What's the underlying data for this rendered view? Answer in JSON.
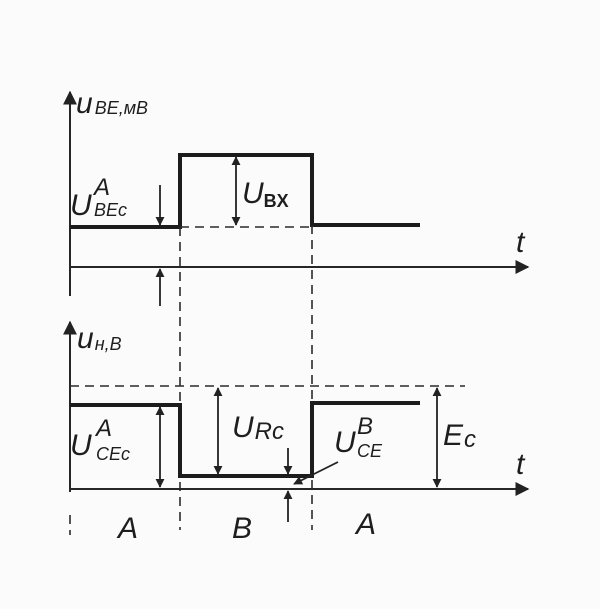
{
  "diagram": {
    "top_axis_label": {
      "main": "u",
      "sub": "BE,мВ"
    },
    "bottom_axis_label": {
      "main": "u",
      "sub": "н,В"
    },
    "time_label": "t",
    "u_bec_a": {
      "main": "U",
      "sup": "A",
      "sub": "BEc"
    },
    "u_bx": {
      "main": "U",
      "sub": "BX"
    },
    "u_cec_a": {
      "main": "U",
      "sup": "A",
      "sub": "CEc"
    },
    "u_rc": {
      "main": "U",
      "sub": "Rc"
    },
    "u_ce_b": {
      "main": "U",
      "sup": "B",
      "sub": "CE"
    },
    "e_c": {
      "main": "E",
      "sub": "c"
    },
    "regions": [
      "A",
      "B",
      "A"
    ]
  }
}
